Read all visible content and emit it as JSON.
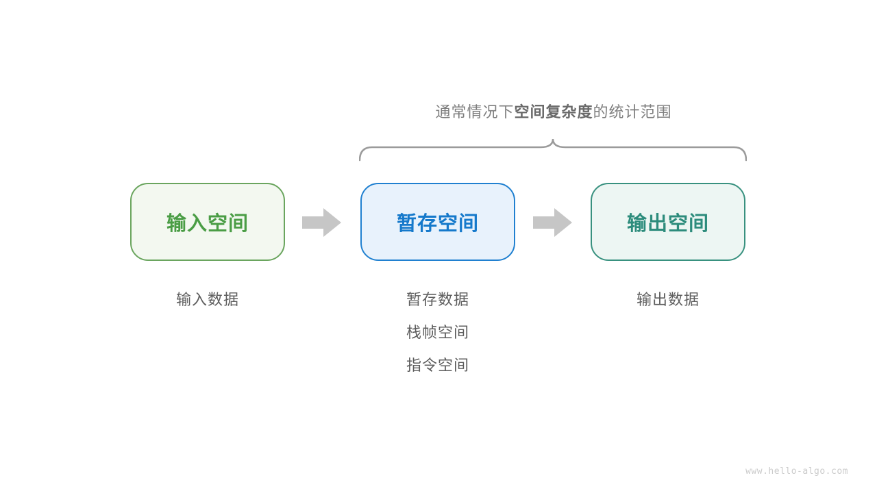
{
  "title": {
    "prefix": "通常情况下",
    "bold": "空间复杂度",
    "suffix": "的统计范围"
  },
  "boxes": [
    {
      "label": "输入空间"
    },
    {
      "label": "暂存空间"
    },
    {
      "label": "输出空间"
    }
  ],
  "notes": [
    {
      "items": [
        "输入数据"
      ]
    },
    {
      "items": [
        "暂存数据",
        "栈帧空间",
        "指令空间"
      ]
    },
    {
      "items": [
        "输出数据"
      ]
    }
  ],
  "watermark": "www.hello-algo.com",
  "colors": {
    "box1_border": "#6aa55e",
    "box1_bg": "#f3f8f0",
    "box1_text": "#4a9d45",
    "box2_border": "#2080d0",
    "box2_bg": "#e8f2fc",
    "box2_text": "#1579cb",
    "box3_border": "#38917f",
    "box3_bg": "#edf6f3",
    "box3_text": "#2d8c7c",
    "arrow": "#c6c6c6",
    "brace": "#9b9b9b",
    "title_text": "#7e7e7e",
    "title_bold": "#6a6a6a",
    "note_text": "#5d5d5d",
    "watermark": "#cbcbcb"
  }
}
